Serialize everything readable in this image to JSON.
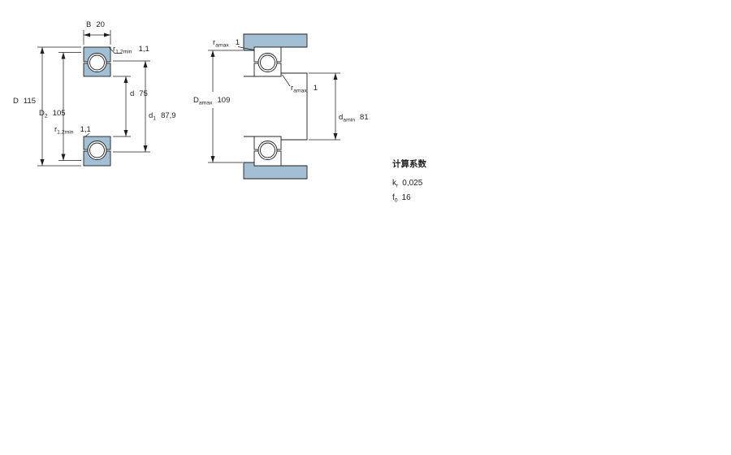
{
  "colors": {
    "shade": "#a2bfd3",
    "line": "#1f1f1f",
    "background": "#ffffff"
  },
  "left_view": {
    "B": {
      "sym": "B",
      "val": "20"
    },
    "r_top": {
      "sym": "r",
      "sub": "1,2min",
      "val": "1,1"
    },
    "D": {
      "sym": "D",
      "val": "115"
    },
    "D2": {
      "sym": "D",
      "sub": "2",
      "val": "105"
    },
    "d": {
      "sym": "d",
      "val": "75"
    },
    "d1": {
      "sym": "d",
      "sub": "1",
      "val": "87,9"
    },
    "r_bottom": {
      "sym": "r",
      "sub": "1,2min",
      "val": "1,1"
    }
  },
  "right_view": {
    "ra_top": {
      "sym": "r",
      "sub": "amax",
      "val": "1"
    },
    "Da": {
      "sym": "D",
      "sub": "amax",
      "val": "109"
    },
    "ra_mid": {
      "sym": "r",
      "sub": "amax",
      "val": "1"
    },
    "da": {
      "sym": "d",
      "sub": "amin",
      "val": "81"
    }
  },
  "factors": {
    "heading": "计算系数",
    "kr": {
      "sym": "k",
      "sub": "r",
      "val": "0,025"
    },
    "f0": {
      "sym": "f",
      "sub": "0",
      "val": "16"
    }
  }
}
